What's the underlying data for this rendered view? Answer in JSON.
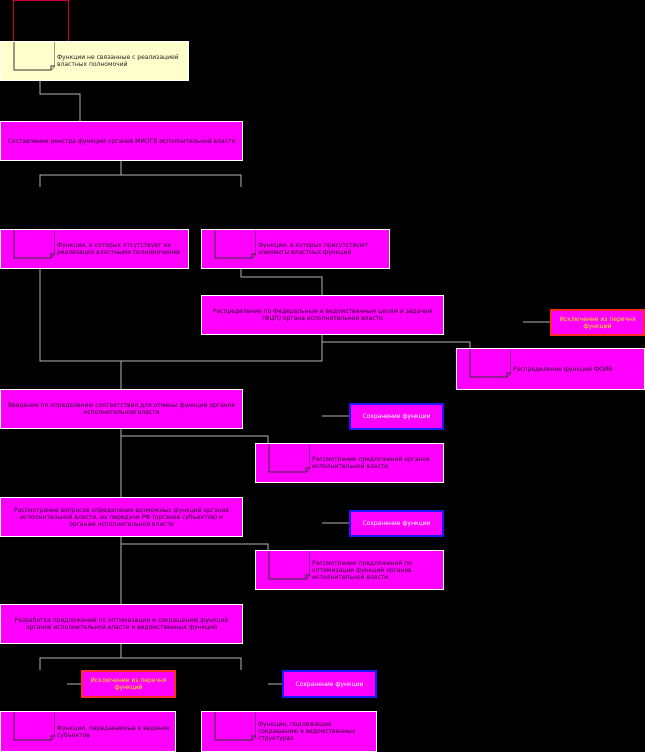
{
  "legend": {
    "text": "Функции не связанные с реализацией властных полномочий"
  },
  "main_steps": [
    {
      "text": "Составление реестра функций органов МИОГВ исполнительной власти"
    },
    {
      "text": "Распределение по Федеральным и ведомственным целям и задачам (ФЦП) органа исполнительной власти"
    },
    {
      "text": "Введение по определению соответствия для отмены функций органов исполнительной власти"
    },
    {
      "text": "Рассмотрение вопросов определения возможных функций органов исполнительной власти, их передачи РФ (органов субъектов) и органам исполнительной власти"
    },
    {
      "text": "Разработка предложений по оптимизации и сокращению функций органов исполнительной власти и ведомственных функций"
    }
  ],
  "docs": [
    {
      "text": "Функции, в которых отсутствует их реализация властными полномочиями"
    },
    {
      "text": "Функции, в которых присутствуют элементы властных функций"
    },
    {
      "text": "Распределение функций ФОИВ"
    },
    {
      "text": "Рассмотрение предложений органов исполнительной власти"
    },
    {
      "text": "Рассмотрение предложений по оптимизации функций органов исполнительной власти"
    },
    {
      "text": "Функции, передаваемые в ведение субъектов"
    },
    {
      "text": "Функции, подлежащие сокращению в ведомственных структурах"
    }
  ],
  "markers": {
    "red": [
      {
        "text": "Исключение из перечня функций"
      },
      {
        "text": "Исключение из перечня функций"
      }
    ],
    "blue": [
      {
        "text": "Сохранение функции"
      },
      {
        "text": "Сохранение функции"
      },
      {
        "text": "Сохранение функции"
      }
    ]
  },
  "colors": {
    "background": "#000000",
    "box_fill": "#ff00ff",
    "legend_fill": "#ffffcc",
    "connector": "#c0c0c0",
    "red_marker": "#ff2a2a",
    "blue_marker": "#1a1aff"
  }
}
